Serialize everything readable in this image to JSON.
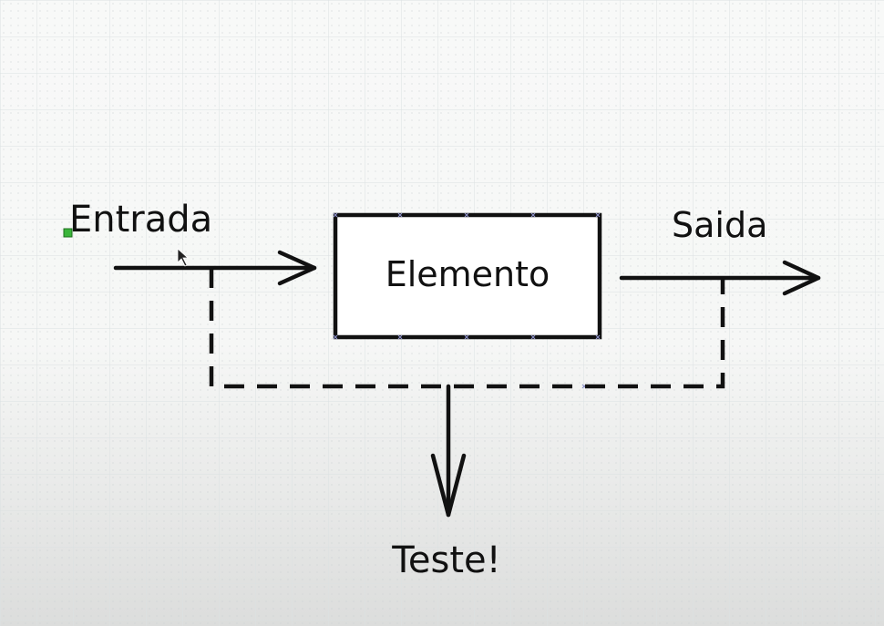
{
  "diagram": {
    "input_label": "Entrada",
    "block_label": "Elemento",
    "output_label": "Saida",
    "test_label": "Teste!"
  },
  "colors": {
    "stroke": "#111111",
    "block_fill": "#ffffff",
    "grid_line": "#dde3e4",
    "grid_dot": "#c4cacc",
    "selection_handle": "#2fa82f",
    "connection_point": "#8a8fc6"
  }
}
